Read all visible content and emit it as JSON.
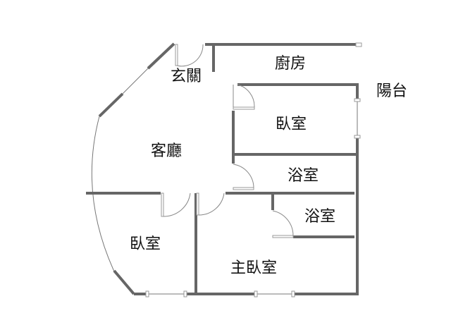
{
  "title": "Floor plan",
  "rooms": {
    "entrance": "玄關",
    "kitchen": "廚房",
    "balcony": "陽台",
    "bedroom_top": "臥室",
    "living_room": "客廳",
    "bathroom_1": "浴室",
    "bathroom_2": "浴室",
    "bedroom_left": "臥室",
    "master_bedroom": "主臥室"
  },
  "colors": {
    "wall": "#666666",
    "text": "#111111"
  }
}
